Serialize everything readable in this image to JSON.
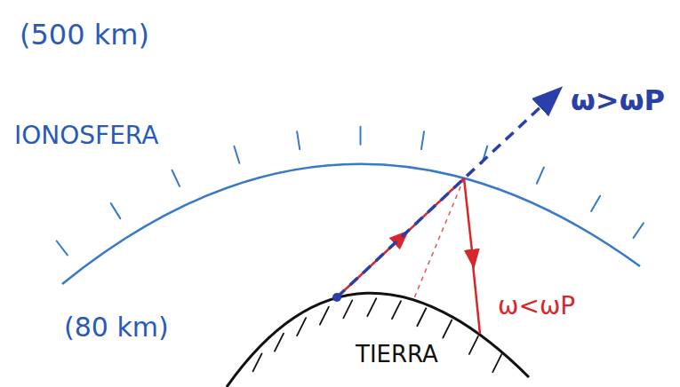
{
  "diagram": {
    "labels": [
      "(500 km)",
      "IONOSFERA",
      "ω>ωP",
      "(80 km)",
      "ω<ωP",
      "TIERRA"
    ]
  }
}
